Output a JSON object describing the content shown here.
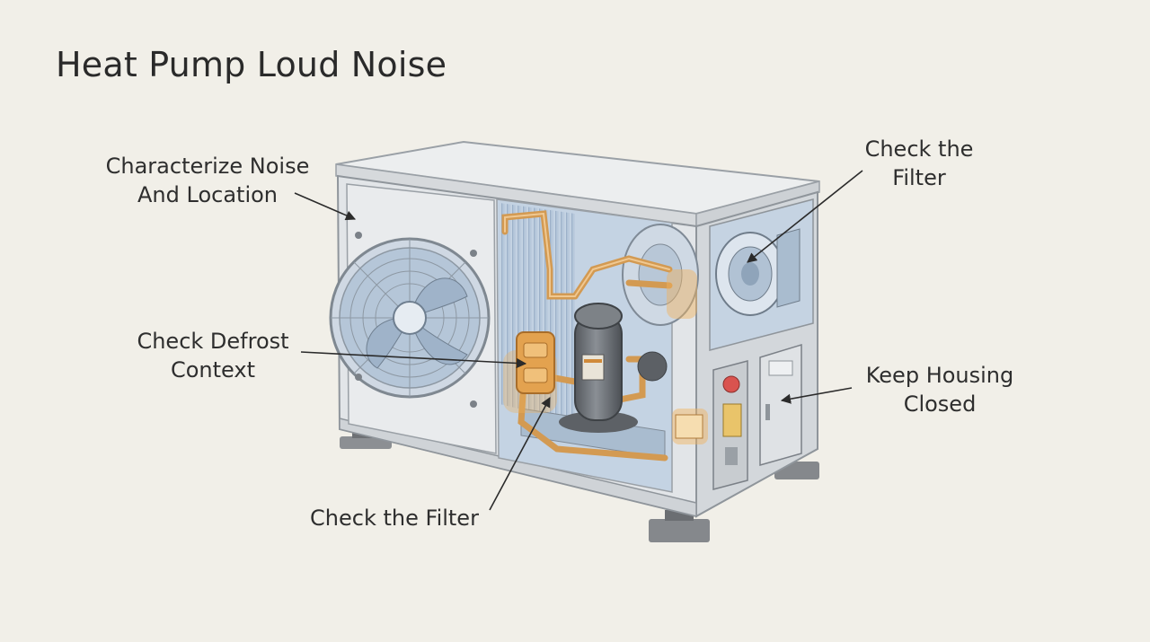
{
  "title": "Heat Pump Loud Noise",
  "callouts": {
    "noise": {
      "line1": "Characterize Noise",
      "line2": "And Location"
    },
    "defrost": {
      "line1": "Check Defrost",
      "line2": "Context"
    },
    "filter_bottom": {
      "line1": "Check the Filter"
    },
    "filter_top": {
      "line1": "Check the",
      "line2": "Filter"
    },
    "housing": {
      "line1": "Keep Housing",
      "line2": "Closed"
    }
  },
  "colors": {
    "background": "#f1efe8",
    "housing": "#e4e6e8",
    "interior": "#b9cbe0",
    "copper": "#d9a35e",
    "highlight": "#f2b25a",
    "compressor": "#6f7378"
  }
}
